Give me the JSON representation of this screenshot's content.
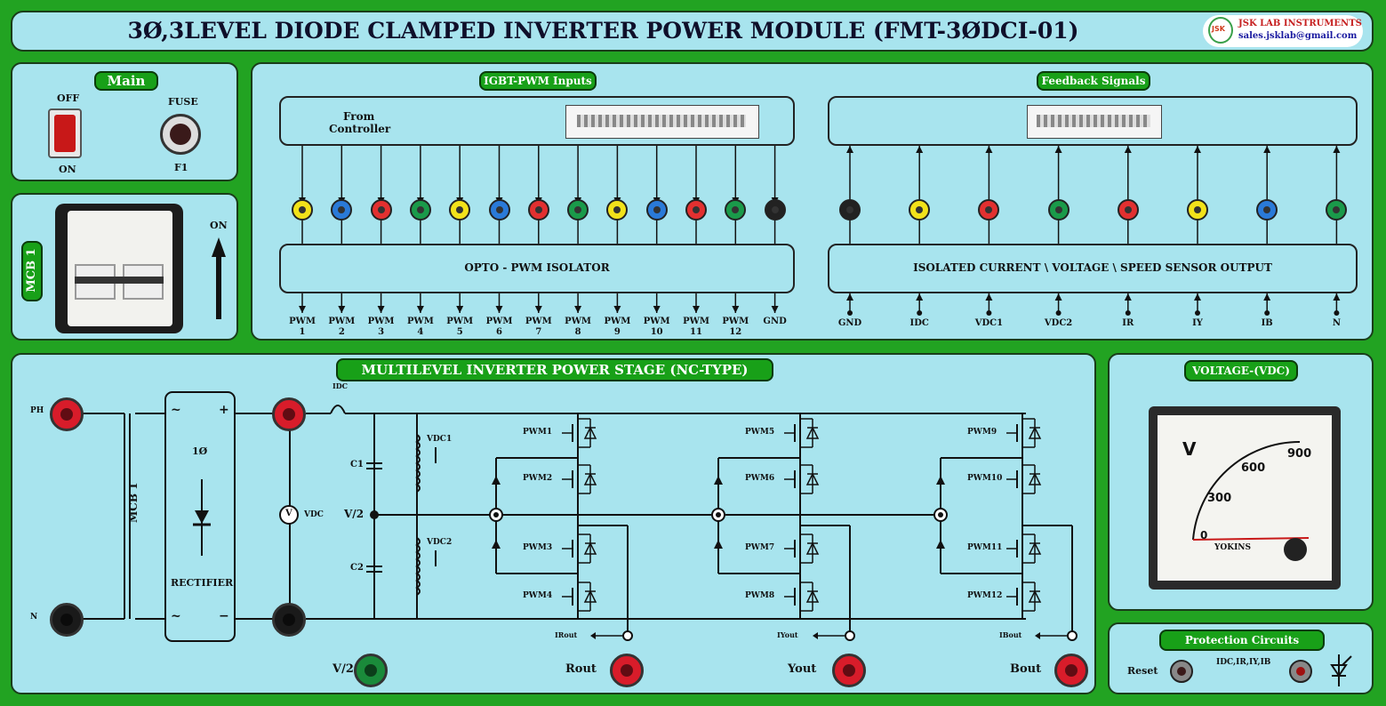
{
  "header": {
    "title": "3Ø,3LEVEL DIODE CLAMPED INVERTER POWER MODULE (FMT-3ØDCI-01)",
    "brand_name": "JSK LAB INSTRUMENTS",
    "brand_email": "sales.jsklab@gmail.com",
    "logo_text": "JSK"
  },
  "main_panel": {
    "tag": "Main",
    "switch_off": "OFF",
    "switch_on": "ON",
    "fuse_label": "FUSE",
    "fuse_id": "F1"
  },
  "mcb_panel": {
    "tag": "MCB 1",
    "on_label": "ON"
  },
  "igbt_panel": {
    "tag": "IGBT-PWM Inputs",
    "from_controller_1": "From",
    "from_controller_2": "Controller",
    "isolator": "OPTO - PWM ISOLATOR",
    "outputs": [
      {
        "l1": "PWM",
        "l2": "1",
        "color": "#f2e21a"
      },
      {
        "l1": "PWM",
        "l2": "2",
        "color": "#2a7ad8"
      },
      {
        "l1": "PWM",
        "l2": "3",
        "color": "#e23030"
      },
      {
        "l1": "PWM",
        "l2": "4",
        "color": "#1a9a4a"
      },
      {
        "l1": "PWM",
        "l2": "5",
        "color": "#f2e21a"
      },
      {
        "l1": "PWM",
        "l2": "6",
        "color": "#2a7ad8"
      },
      {
        "l1": "PWM",
        "l2": "7",
        "color": "#e23030"
      },
      {
        "l1": "PWM",
        "l2": "8",
        "color": "#1a9a4a"
      },
      {
        "l1": "PWM",
        "l2": "9",
        "color": "#f2e21a"
      },
      {
        "l1": "PWM",
        "l2": "10",
        "color": "#2a7ad8"
      },
      {
        "l1": "PWM",
        "l2": "11",
        "color": "#e23030"
      },
      {
        "l1": "PWM",
        "l2": "12",
        "color": "#1a9a4a"
      },
      {
        "l1": "GND",
        "l2": "",
        "color": "#222222"
      }
    ]
  },
  "feedback_panel": {
    "tag": "Feedback Signals",
    "sensor": "ISOLATED CURRENT \\ VOLTAGE \\ SPEED SENSOR OUTPUT",
    "signals": [
      {
        "label": "GND",
        "color": "#222222"
      },
      {
        "label": "IDC",
        "color": "#f2e21a"
      },
      {
        "label": "VDC1",
        "color": "#e23030"
      },
      {
        "label": "VDC2",
        "color": "#1a9a4a"
      },
      {
        "label": "IR",
        "color": "#e23030"
      },
      {
        "label": "IY",
        "color": "#f2e21a"
      },
      {
        "label": "IB",
        "color": "#2a7ad8"
      },
      {
        "label": "N",
        "color": "#1a9a4a"
      }
    ]
  },
  "power_stage": {
    "tag": "MULTILEVEL INVERTER POWER STAGE (NC-TYPE)",
    "ph": "PH",
    "n": "N",
    "mcb": "MCB 1",
    "rectifier_phase": "1Ø",
    "rectifier": "RECTIFIER",
    "plus": "+",
    "minus": "−",
    "tilde": "~",
    "idc": "IDC",
    "vdc": "VDC",
    "voltmeter": "V",
    "c1": "C1",
    "c2": "C2",
    "vdc1": "VDC1",
    "vdc2": "VDC2",
    "v2": "V/2",
    "legs": [
      {
        "top1": "PWM1",
        "top2": "PWM2",
        "bot1": "PWM3",
        "bot2": "PWM4",
        "iout": "IRout",
        "out": "Rout"
      },
      {
        "top1": "PWM5",
        "top2": "PWM6",
        "bot1": "PWM7",
        "bot2": "PWM8",
        "iout": "IYout",
        "out": "Yout"
      },
      {
        "top1": "PWM9",
        "top2": "PWM10",
        "bot1": "PWM11",
        "bot2": "PWM12",
        "iout": "IBout",
        "out": "Bout"
      }
    ]
  },
  "meter_panel": {
    "tag": "VOLTAGE-(VDC)",
    "unit": "V",
    "scale": [
      "0",
      "300",
      "600",
      "900"
    ],
    "maker": "YOKINS"
  },
  "protection": {
    "tag": "Protection Circuits",
    "reset": "Reset",
    "signals": "IDC,IR,IY,IB"
  }
}
